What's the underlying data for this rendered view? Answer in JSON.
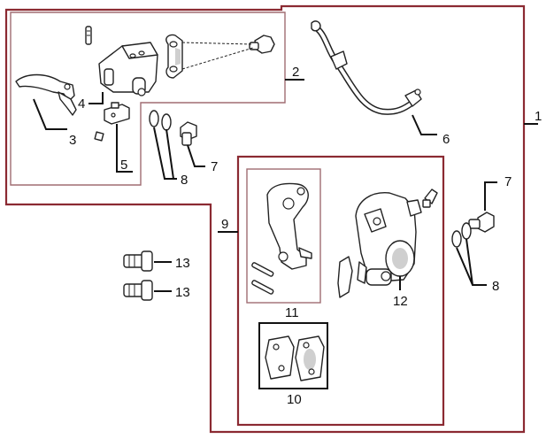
{
  "callouts": {
    "c1": "1",
    "c2": "2",
    "c3": "3",
    "c4": "4",
    "c5": "5",
    "c6": "6",
    "c7a": "7",
    "c7b": "7",
    "c8a": "8",
    "c8b": "8",
    "c9": "9",
    "c10": "10",
    "c11": "11",
    "c12": "12",
    "c13a": "13",
    "c13b": "13"
  },
  "colors": {
    "frame": "#8b2a32",
    "subframe": "#a06d72",
    "ink": "#111111"
  },
  "icons": [
    "brake-lever-icon",
    "master-cylinder-icon",
    "switch-icon",
    "clamp-bracket-icon",
    "brake-hose-icon",
    "banjo-bolt-icon",
    "sealing-washer-icon",
    "caliper-bracket-icon",
    "caliper-icon",
    "brake-pad-icon",
    "mounting-bolt-icon",
    "pin-icon"
  ]
}
